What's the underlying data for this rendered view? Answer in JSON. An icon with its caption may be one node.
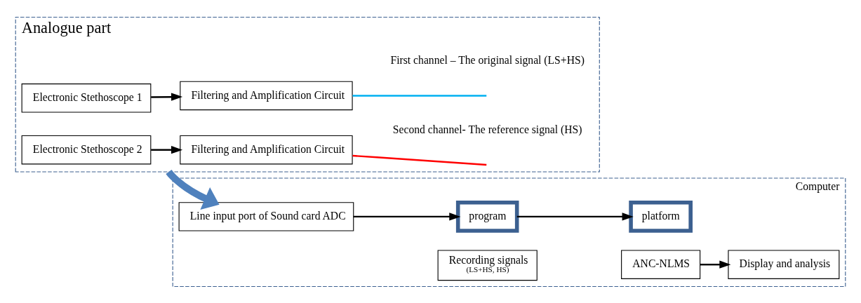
{
  "diagram": {
    "nodes": [
      {
        "text": [
          "Analogue part"
        ]
      },
      {
        "text": [
          "Electronic Stethoscope 1"
        ],
        "in": 0
      },
      {
        "text": [
          "Filtering and Amplification Circuit"
        ],
        "in": 0
      },
      {
        "text": [
          "Electronic Stethoscope 2"
        ],
        "in": 0
      },
      {
        "text": [
          "Filtering and Amplification Circuit"
        ],
        "in": 0
      },
      {
        "text": [
          "Computer"
        ]
      },
      {
        "text": [
          "Line input port of Sound card ADC"
        ],
        "in": 5
      },
      {
        "text": [
          "program"
        ],
        "in": 5
      },
      {
        "text": [
          "Recording signals",
          "(LS+HS, HS)"
        ],
        "in": 5
      },
      {
        "text": [
          "platform"
        ],
        "in": 5
      },
      {
        "text": [
          "ANC-NLMS"
        ],
        "in": 5
      },
      {
        "text": [
          "Display and analysis"
        ],
        "in": 5
      }
    ],
    "edges": [
      {
        "from": 1,
        "to": 2,
        "arrow": "to"
      },
      {
        "from": 3,
        "to": 4,
        "arrow": "to"
      },
      {
        "from": 2,
        "to": null,
        "arrow": "none",
        "color": "#00b0f0"
      },
      {
        "from": 4,
        "to": null,
        "arrow": "none",
        "color": "#ff0000"
      },
      {
        "from": 0,
        "to": 6,
        "arrow": "to",
        "style": "thick",
        "color": "#4f81bd"
      },
      {
        "from": 6,
        "to": 7,
        "arrow": "to"
      },
      {
        "from": 7,
        "to": 9,
        "arrow": "to"
      },
      {
        "from": 10,
        "to": 11,
        "arrow": "to"
      }
    ],
    "labels": [
      "First channel – The original signal (LS+HS)",
      "Second channel- The reference signal (HS)"
    ]
  }
}
